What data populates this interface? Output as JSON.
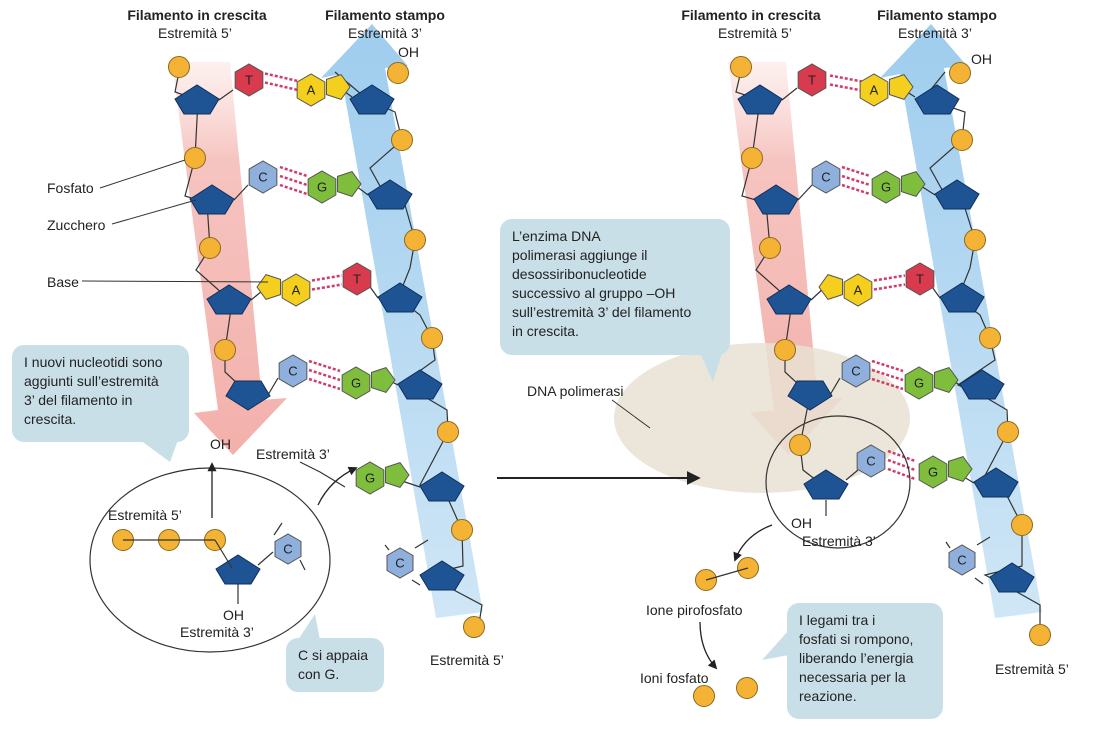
{
  "headings": {
    "left_growing": "Filamento in crescita",
    "left_growing_end": "Estremità 5’",
    "left_template": "Filamento stampo",
    "left_template_end": "Estremità 3’",
    "right_growing": "Filamento in crescita",
    "right_growing_end": "Estremità 5’",
    "right_template": "Filamento stampo",
    "right_template_end": "Estremità 3’"
  },
  "labels": {
    "oh_top_left": "OH",
    "oh_top_right": "OH",
    "fosfato": "Fosfato",
    "zucchero": "Zucchero",
    "base": "Base",
    "oh_growing_left": "OH",
    "estremita3_left_mid": "Estremità 3’",
    "circle_estremita5": "Estremità 5’",
    "circle_oh": "OH",
    "circle_estremita3": "Estremità 3’",
    "estremita5_left_bottom": "Estremità 5’",
    "dna_polimerasi": "DNA polimerasi",
    "oh_right_circle": "OH",
    "estremita3_right_circle": "Estremità 3’",
    "ione_pirofosfato": "Ione pirofosfato",
    "ioni_fosfato": "Ioni fosfato",
    "estremita5_right_bottom": "Estremità 5’"
  },
  "bubbles": {
    "nuovi": [
      "I nuovi nucleotidi sono",
      "aggiunti sull’estremità",
      "3’ del filamento in",
      "crescita."
    ],
    "appaia": [
      "C si appaia",
      "con G."
    ],
    "enzima": [
      "L’enzima DNA",
      "polimerasi aggiunge il",
      "desossiribonucleotide",
      "successivo al gruppo –OH",
      "sull’estremità 3’ del filamento",
      "in crescita."
    ],
    "legami": [
      "I legami tra i",
      "fosfati si rompono,",
      "liberando l’energia",
      "necessaria per la",
      "reazione."
    ]
  },
  "bases": {
    "T": "T",
    "A": "A",
    "C": "C",
    "G": "G"
  },
  "colors": {
    "phosphate": "#f5b335",
    "sugar": "#1f5494",
    "thymine": "#d83a4e",
    "adenine": "#f4cf1e",
    "cytosine": "#8fb0dc",
    "guanine": "#7fbe3c",
    "growing_arrow": "#f6c4c0",
    "template_arrow": "#a9d3ef",
    "bubble": "#c9dfe8",
    "polymerase": "#e9e2d3",
    "hbond": "#d23a6a"
  }
}
